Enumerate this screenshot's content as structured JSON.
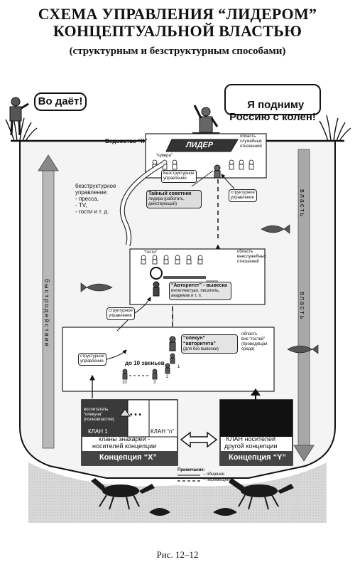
{
  "title": "СХЕМА УПРАВЛЕНИЯ “ЛИДЕРОМ”\nКОНЦЕПТУАЛЬНОЙ ВЛАСТЬЮ",
  "subtitle": "(структурным и безструктурным способами)",
  "caption": "Рис. 12–12",
  "speech_left": "Во даёт!",
  "speech_right": "Я подниму\nРоссию с колен!",
  "vedomstvo": "Ведомство “Х”",
  "leader": "ЛИДЕР",
  "area_service": "область\nслужебных\nотношений",
  "area_nonservice": "область\nвнеслужебных\nотношений",
  "area_outside": "область\nвне “гостей”\n(проводящая\nсреда)",
  "kuvera": "“кувера”",
  "struct_mgmt": "структурное\nуправление",
  "unstruct_mgmt": "безструктурное\nуправление:\n- пресса,\n- TV,\n- гости и т. д.",
  "unstruct_small": "Безструктурное\nуправление",
  "secret_advisor": "Тайный советник",
  "secret_advisor_sub": "лидера (работать,\nдействующий)",
  "guests": "“гости”",
  "authority": "“Авторитет” - вывеска",
  "authority_sub": "интеллектуал, писатель,\nакадемик и т. п.",
  "guardian": "“опекун” “авторитета”",
  "guardian_sub": "(для без вывески)",
  "ten_links": "до 10 звеньев",
  "chain_labels": [
    "10",
    "3",
    "2",
    "1"
  ],
  "educator": "воспитатель\n“опекуна”\n(полновластие)",
  "dots": "• • •",
  "clan1": "КЛАН 1",
  "clann": "КЛАН “n”",
  "clans_x": "кланы знахарей -\nносителей концепции",
  "concept_x": "Концепция “X”",
  "clan_y": "КЛАН носителей\nдругой концепции",
  "concept_y": "Концепция “Y”",
  "legend_title": "Примечание:",
  "legend_solid": "– общение",
  "legend_dashed": "– перемещение",
  "left_channel": "быстродействие",
  "right_channel": "власть",
  "colors": {
    "ink": "#111111",
    "dark": "#2a2a2a",
    "gray": "#888888",
    "light": "#cfcfcf"
  }
}
